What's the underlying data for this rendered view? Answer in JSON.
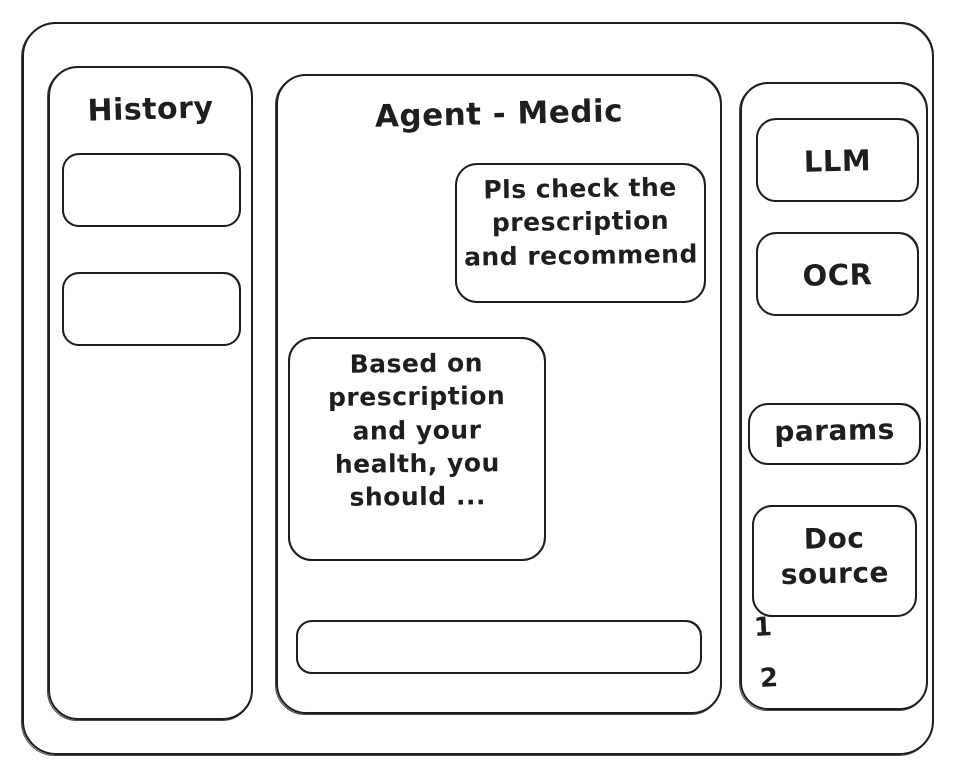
{
  "window": {
    "name": "wireframe-window"
  },
  "history": {
    "title": "History",
    "items": [
      {
        "label": ""
      },
      {
        "label": ""
      }
    ]
  },
  "main": {
    "title": "Agent - Medic",
    "messages": [
      {
        "role": "user",
        "text": "Pls check the\nprescription\nand recommend"
      },
      {
        "role": "assistant",
        "text": "Based on\nprescription\nand your\nhealth, you\nshould ..."
      }
    ],
    "composer": {
      "value": "",
      "placeholder": ""
    }
  },
  "tools": {
    "buttons": [
      {
        "label": "LLM"
      },
      {
        "label": "OCR"
      },
      {
        "label": "params"
      },
      {
        "label": "Doc\nsource"
      }
    ],
    "doc_refs": [
      "1",
      "2"
    ]
  },
  "colors": {
    "stroke": "#1e1e1e",
    "background": "#ffffff"
  }
}
